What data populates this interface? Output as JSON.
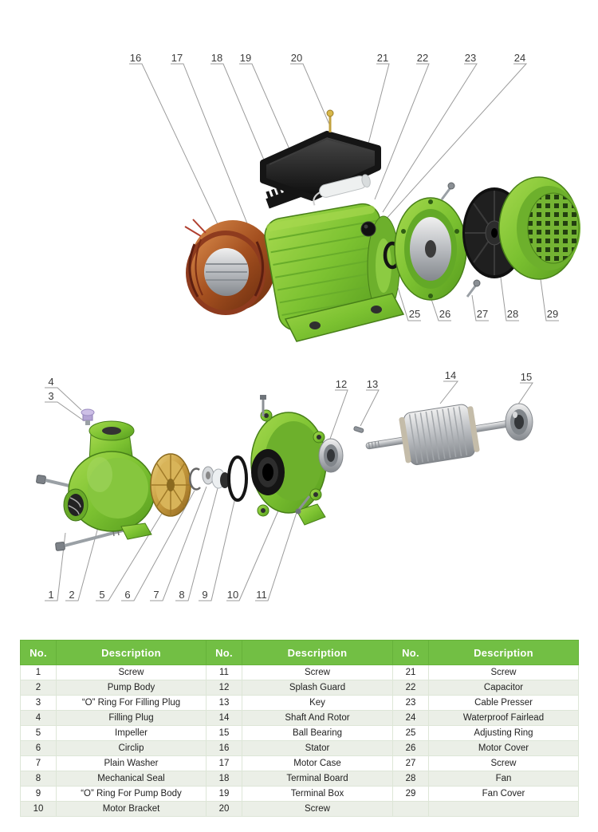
{
  "diagram": {
    "callouts": {
      "motor_top": [
        "16",
        "17",
        "18",
        "19",
        "20",
        "21",
        "22",
        "23",
        "24"
      ],
      "motor_bottom": [
        "25",
        "26",
        "27",
        "28",
        "29"
      ],
      "pump_left": [
        "4",
        "3"
      ],
      "pump_right": [
        "12",
        "13",
        "14",
        "15"
      ],
      "pump_bottom": [
        "1",
        "2",
        "5",
        "6",
        "7",
        "8",
        "9",
        "10",
        "11"
      ]
    },
    "colors": {
      "body_green": "#7cc231",
      "dark_green": "#477f18",
      "copper": "#a34f1f",
      "brass": "#c79b3e",
      "black_part": "#151515",
      "silver": "#b9bcc0",
      "leader_line": "#9b9b9b"
    }
  },
  "table": {
    "header_bg": "#72bf44",
    "no_label": "No.",
    "description_label": "Description",
    "rows": [
      [
        "1",
        "Screw",
        "11",
        "Screw",
        "21",
        "Screw"
      ],
      [
        "2",
        "Pump Body",
        "12",
        "Splash Guard",
        "22",
        "Capacitor"
      ],
      [
        "3",
        "“O” Ring For Filling Plug",
        "13",
        "Key",
        "23",
        "Cable Presser"
      ],
      [
        "4",
        "Filling Plug",
        "14",
        "Shaft And Rotor",
        "24",
        "Waterproof Fairlead"
      ],
      [
        "5",
        "Impeller",
        "15",
        "Ball Bearing",
        "25",
        "Adjusting Ring"
      ],
      [
        "6",
        "Circlip",
        "16",
        "Stator",
        "26",
        "Motor Cover"
      ],
      [
        "7",
        "Plain Washer",
        "17",
        "Motor Case",
        "27",
        "Screw"
      ],
      [
        "8",
        "Mechanical Seal",
        "18",
        "Terminal Board",
        "28",
        "Fan"
      ],
      [
        "9",
        "“O” Ring For Pump Body",
        "19",
        "Terminal Box",
        "29",
        "Fan Cover"
      ],
      [
        "10",
        "Motor Bracket",
        "20",
        "Screw",
        "",
        ""
      ]
    ]
  }
}
